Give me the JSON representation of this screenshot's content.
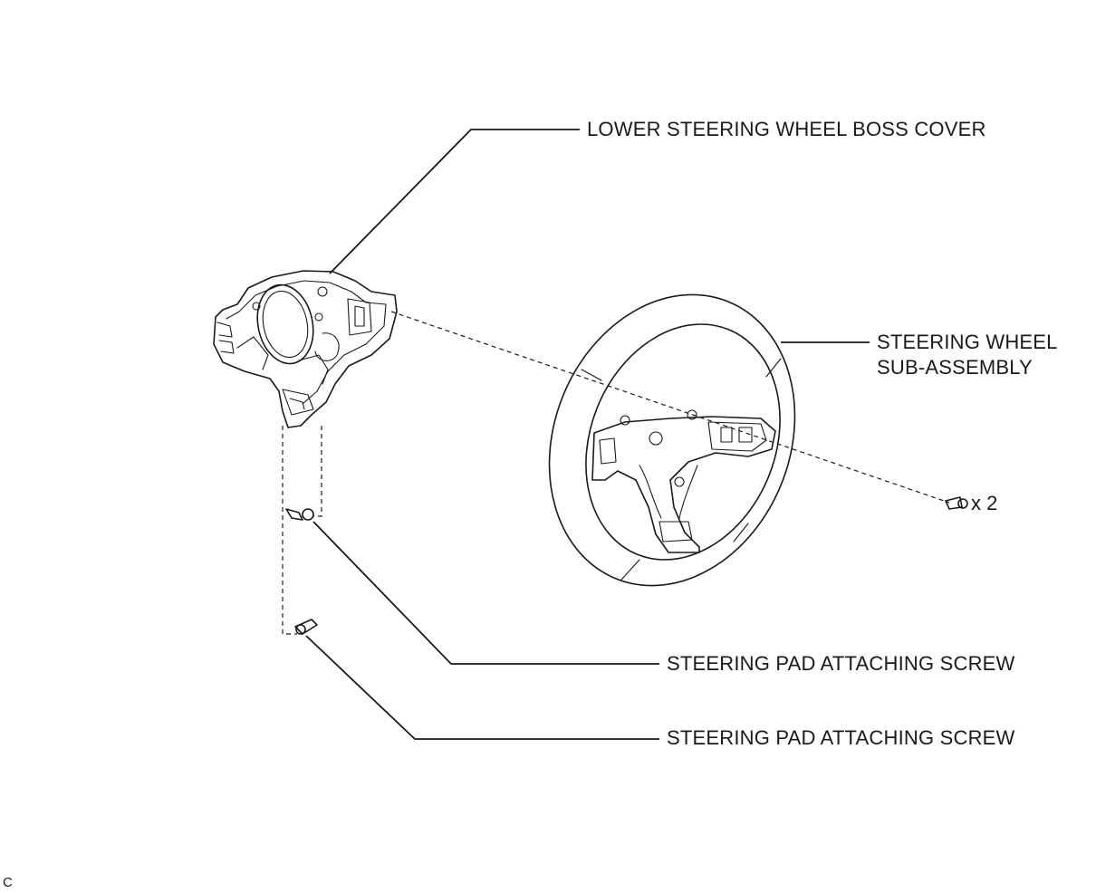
{
  "labels": {
    "boss_cover": "LOWER STEERING WHEEL BOSS COVER",
    "wheel_line1": "STEERING WHEEL",
    "wheel_line2": "SUB-ASSEMBLY",
    "screw_upper": "STEERING PAD ATTACHING SCREW",
    "screw_lower": "STEERING PAD ATTACHING SCREW"
  },
  "quantity": "x 2",
  "corner_mark": "C",
  "icons": [
    "steering-wheel-icon",
    "boss-cover-icon",
    "screw-icon",
    "bolt-icon"
  ]
}
